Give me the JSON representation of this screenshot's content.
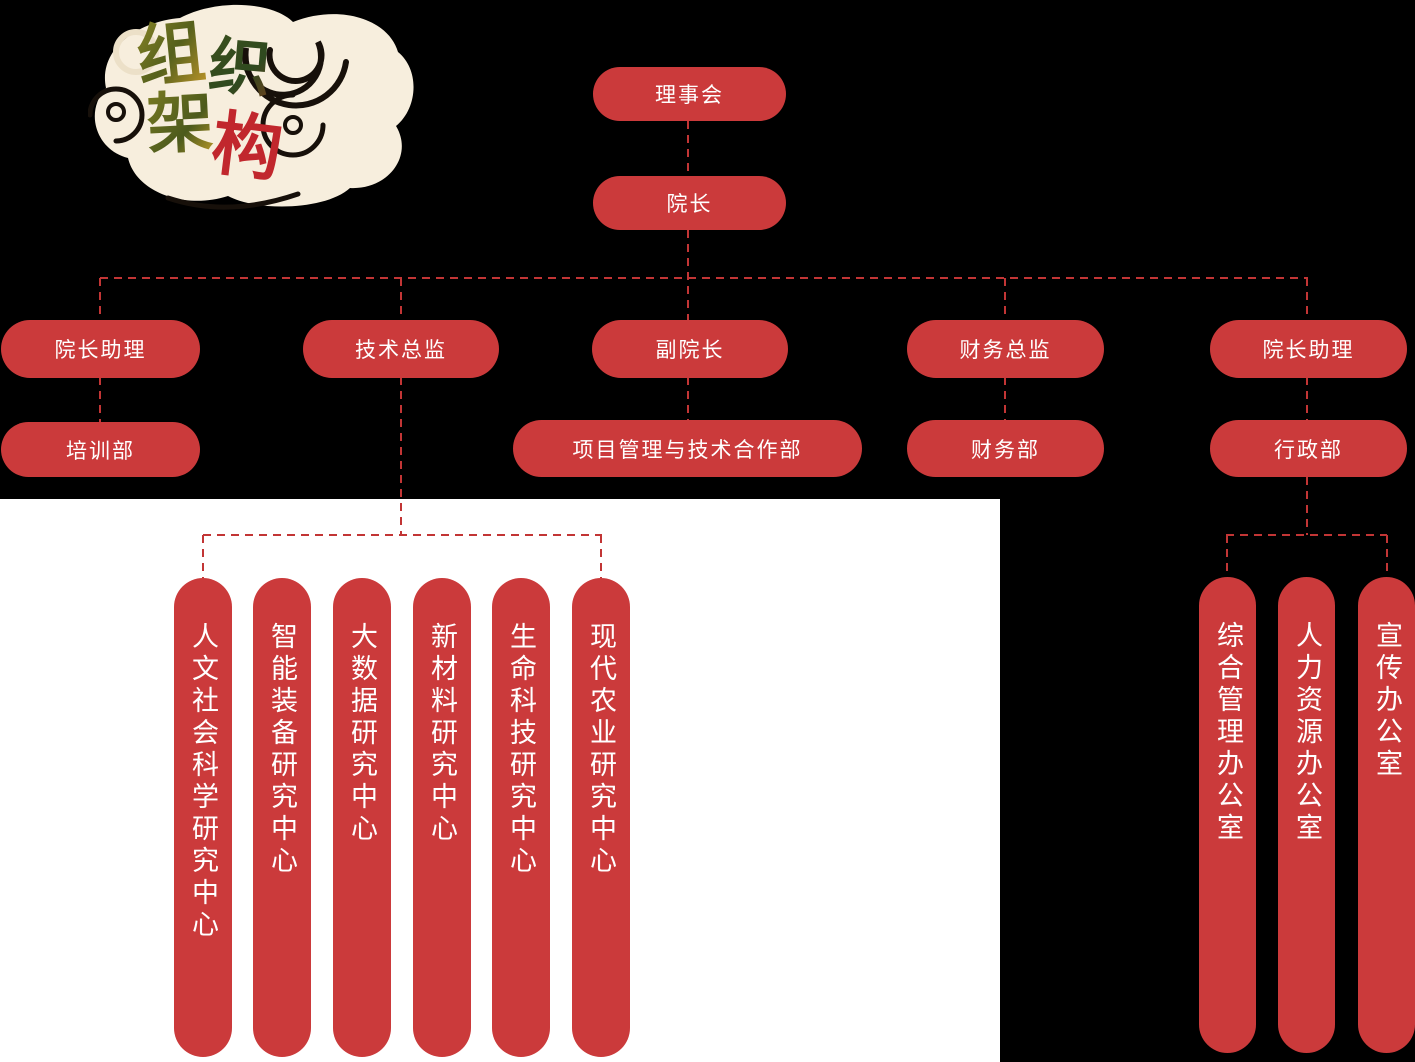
{
  "colors": {
    "bg": "#000000",
    "panel": "#ffffff",
    "pill": "#cb3a3b",
    "line": "#c23535",
    "logo_red": "#c1272d",
    "logo_cream": "#f7eedd"
  },
  "logo": {
    "title": "组织架构",
    "chars": [
      "组",
      "织",
      "架",
      "构"
    ]
  },
  "chart": {
    "root": "理事会",
    "level2": "院长",
    "level3": [
      "院长助理",
      "技术总监",
      "副院长",
      "财务总监",
      "院长助理"
    ],
    "level4": [
      "培训部",
      "项目管理与技术合作部",
      "财务部",
      "行政部"
    ],
    "research_centers": [
      "人文社会科学研究中心",
      "智能装备研究中心",
      "大数据研究中心",
      "新材料研究中心",
      "生命科技研究中心",
      "现代农业研究中心"
    ],
    "admin_offices": [
      "综合管理办公室",
      "人力资源办公室",
      "宣传办公室"
    ]
  }
}
